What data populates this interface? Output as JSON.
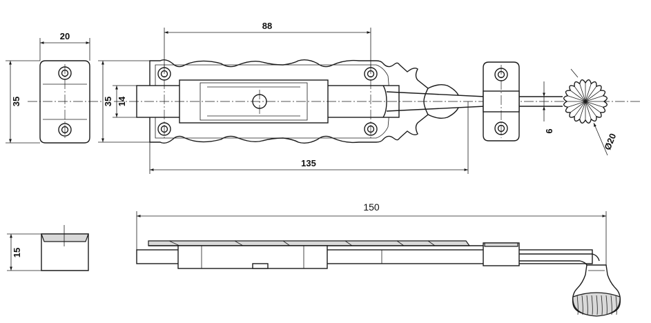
{
  "dimensions": {
    "keeper_width": "20",
    "keeper_height": "35",
    "plate_height": "35",
    "bolt_height": "14",
    "hole_spacing": "88",
    "plate_length": "135",
    "rod_diameter": "6",
    "knob_diameter": "Ø20",
    "overall_length": "150",
    "keeper_depth": "15"
  },
  "colors": {
    "line": "#1a1a1a",
    "background": "#ffffff",
    "shade": "#d9d9d9"
  }
}
